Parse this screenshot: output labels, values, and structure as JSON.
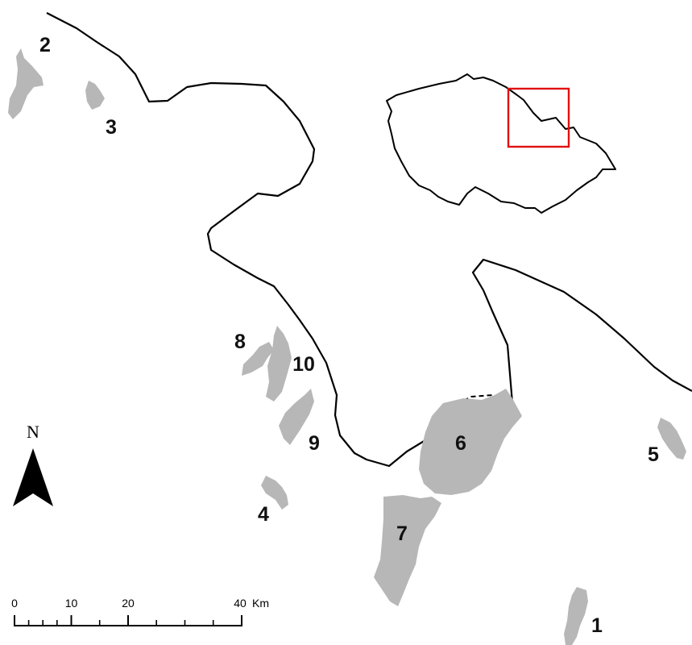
{
  "map": {
    "sites": [
      {
        "id": "1",
        "label": "1"
      },
      {
        "id": "2",
        "label": "2"
      },
      {
        "id": "3",
        "label": "3"
      },
      {
        "id": "4",
        "label": "4"
      },
      {
        "id": "5",
        "label": "5"
      },
      {
        "id": "6",
        "label": "6"
      },
      {
        "id": "7",
        "label": "7"
      },
      {
        "id": "8",
        "label": "8"
      },
      {
        "id": "9",
        "label": "9"
      },
      {
        "id": "10",
        "label": "10"
      }
    ],
    "north_arrow": {
      "label": "N"
    },
    "scale_bar": {
      "ticks": [
        "0",
        "10",
        "20",
        "40"
      ],
      "unit": "Km"
    },
    "colors": {
      "site_fill": "#b7b7b7",
      "border_line": "#000000",
      "inset_frame": "#e01010"
    }
  }
}
